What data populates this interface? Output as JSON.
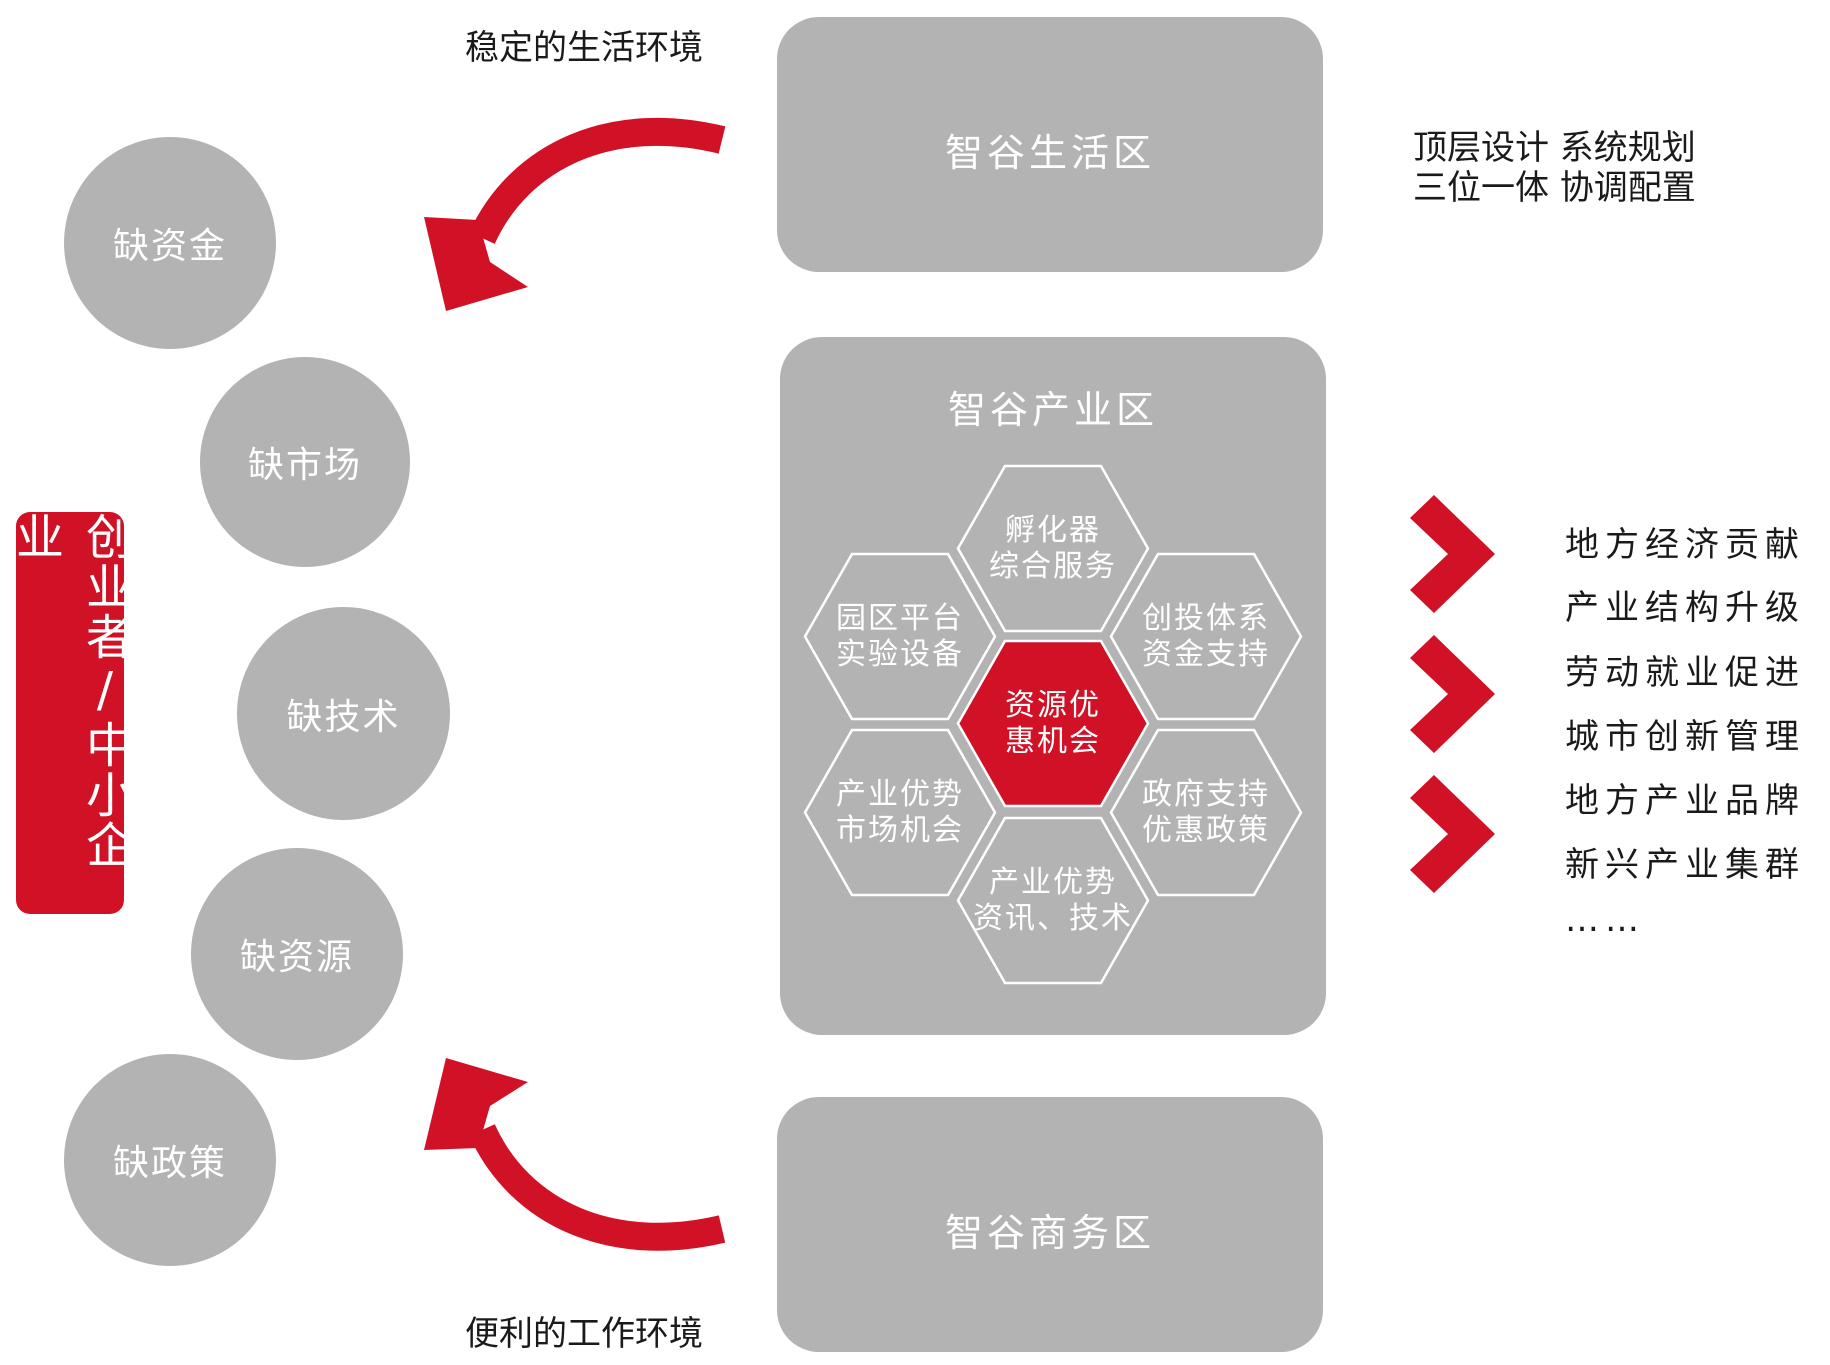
{
  "left_label": "创业者/中小企业",
  "lacks": [
    "缺资金",
    "缺市场",
    "缺技术",
    "缺资源",
    "缺政策"
  ],
  "captions": {
    "top": "稳定的生活环境",
    "bottom": "便利的工作环境"
  },
  "zones": {
    "life": "智谷生活区",
    "industry": "智谷产业区",
    "business": "智谷商务区"
  },
  "hexagons": {
    "top": [
      "孵化器",
      "综合服务"
    ],
    "upper_left": [
      "园区平台",
      "实验设备"
    ],
    "upper_right": [
      "创投体系",
      "资金支持"
    ],
    "center": [
      "资源优",
      "惠机会"
    ],
    "lower_left": [
      "产业优势",
      "市场机会"
    ],
    "lower_right": [
      "政府支持",
      "优惠政策"
    ],
    "bottom": [
      "产业优势",
      "资讯、技术"
    ]
  },
  "slogans": [
    "顶层设计  系统规划",
    "三位一体  协调配置"
  ],
  "benefits": [
    "地方经济贡献",
    "产业结构升级",
    "劳动就业促进",
    "城市创新管理",
    "地方产业品牌",
    "新兴产业集群",
    "……"
  ],
  "colors": {
    "accent": "#d01126",
    "panel": "#b3b3b3",
    "text": "#1a1a1a"
  }
}
